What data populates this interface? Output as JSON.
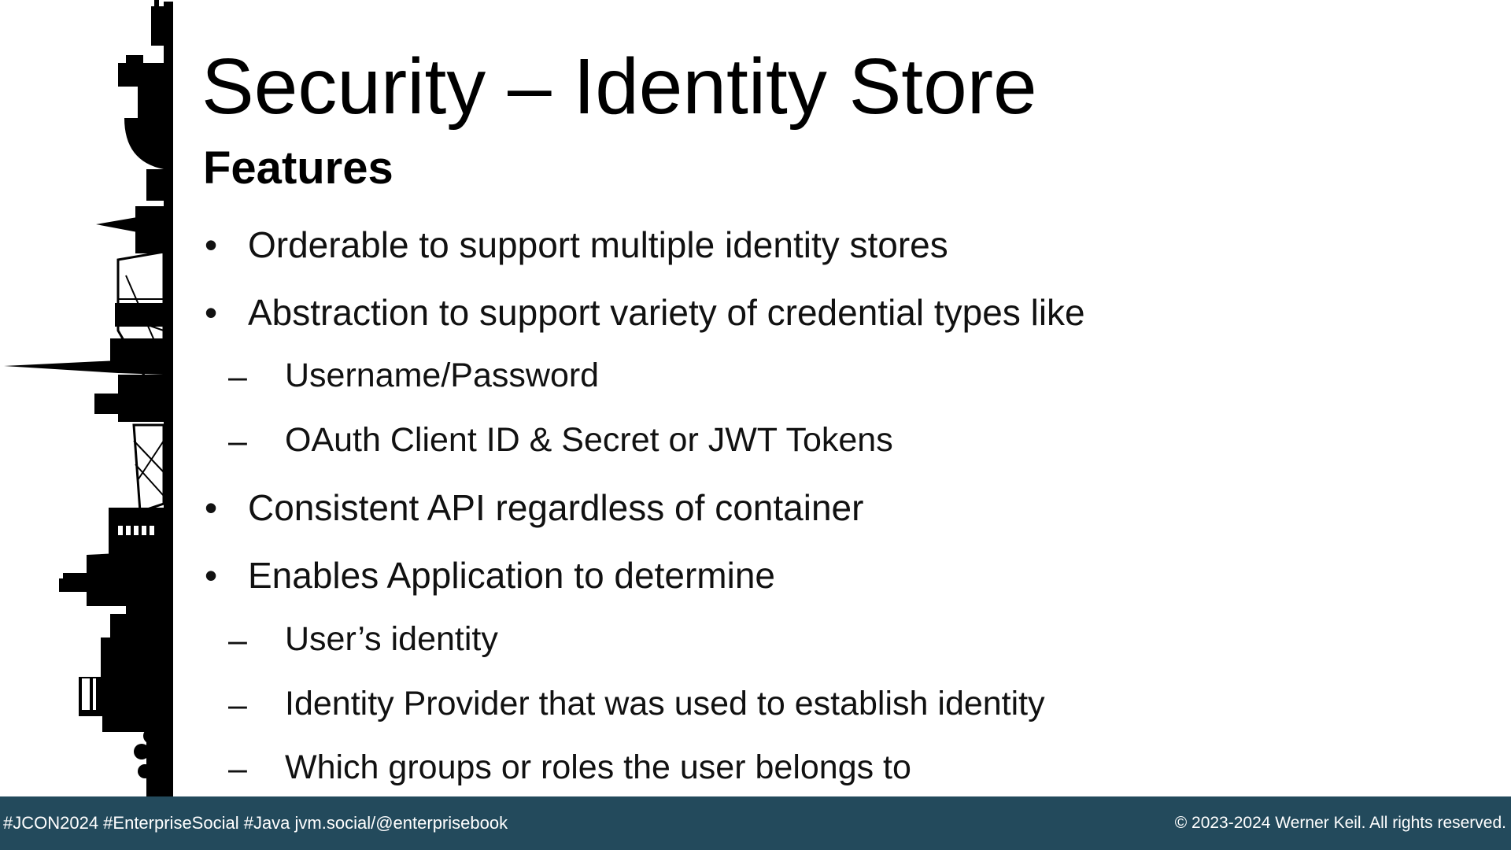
{
  "slide": {
    "title": "Security – Identity Store",
    "subtitle": "Features",
    "bullet_marker": "•",
    "sub_marker": "–",
    "items": [
      {
        "level": 1,
        "text": "Orderable to support multiple identity stores"
      },
      {
        "level": 1,
        "text": "Abstraction to support variety of credential types like"
      },
      {
        "level": 2,
        "text": "Username/Password"
      },
      {
        "level": 2,
        "text": "OAuth Client ID & Secret or JWT Tokens"
      },
      {
        "level": 1,
        "text": "Consistent API regardless of container"
      },
      {
        "level": 1,
        "text": "Enables Application to determine"
      },
      {
        "level": 2,
        "text": "User’s identity"
      },
      {
        "level": 2,
        "text": "Identity Provider that was used to establish identity"
      },
      {
        "level": 2,
        "text": "Which groups or roles the user belongs to"
      }
    ]
  },
  "footer": {
    "left": "#JCON2024 #EnterpriseSocial #Java jvm.social/@enterprisebook",
    "right": "© 2023-2024 Werner Keil. All rights reserved."
  },
  "colors": {
    "footer_bg": "#234a5c",
    "skyline": "#000000"
  },
  "decoration": {
    "icon": "city-skyline-icon"
  }
}
